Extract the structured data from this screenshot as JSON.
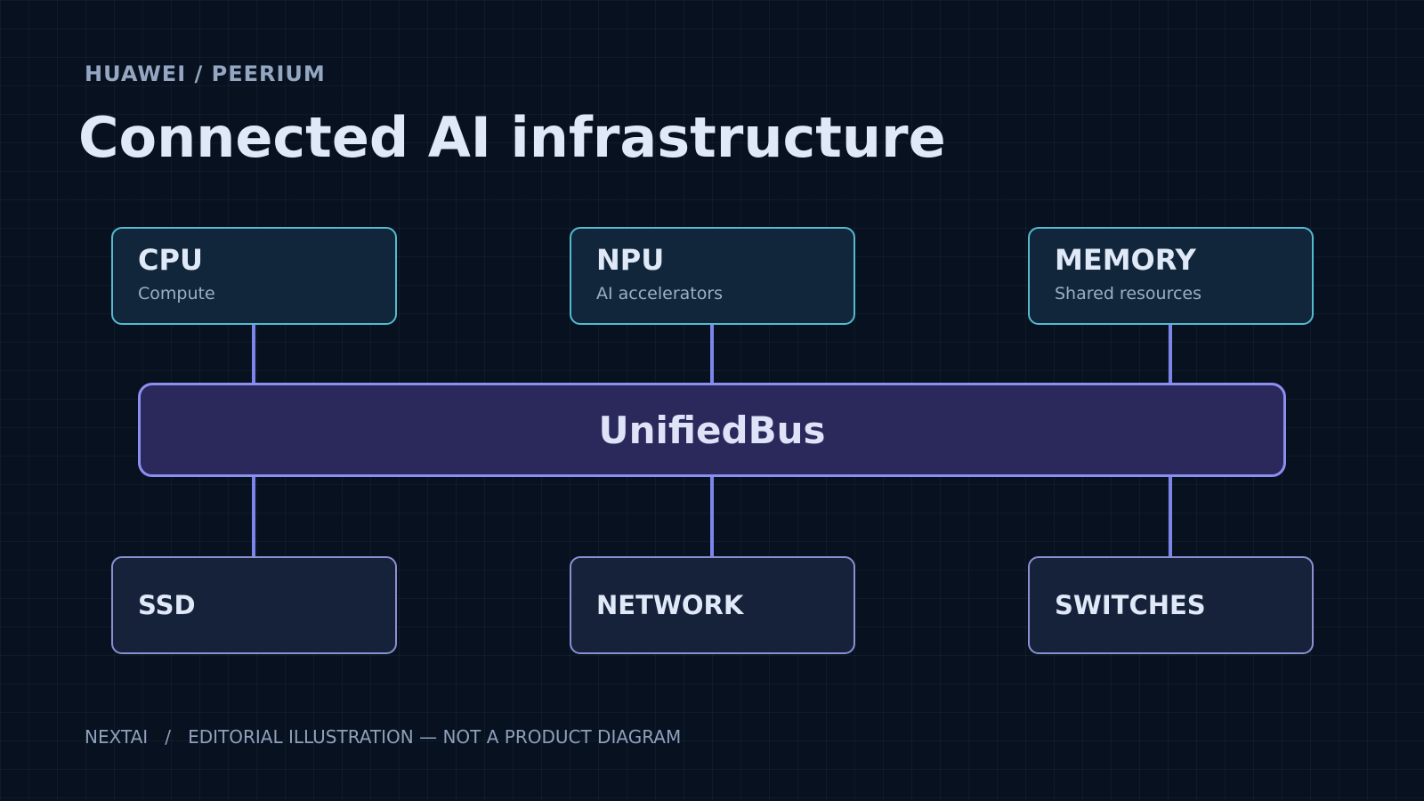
{
  "header": {
    "eyebrow": "HUAWEI / PEERIUM",
    "title": "Connected AI infrastructure"
  },
  "diagram": {
    "top_nodes": [
      {
        "label": "CPU",
        "sublabel": "Compute"
      },
      {
        "label": "NPU",
        "sublabel": "AI accelerators"
      },
      {
        "label": "MEMORY",
        "sublabel": "Shared resources"
      }
    ],
    "bus": {
      "label": "UnifiedBus"
    },
    "bottom_nodes": [
      {
        "label": "SSD"
      },
      {
        "label": "NETWORK"
      },
      {
        "label": "SWITCHES"
      }
    ]
  },
  "footer": {
    "brand": "NEXTAI",
    "separator": "/",
    "note": "EDITORIAL ILLUSTRATION — NOT A PRODUCT DIAGRAM"
  },
  "colors": {
    "background": "#07111f",
    "top_node_border": "#55bad0",
    "bus_fill": "#2b285c",
    "bus_border": "#8b8ff0",
    "connector": "#7c86ea",
    "bottom_node_border": "#8a90d2"
  }
}
